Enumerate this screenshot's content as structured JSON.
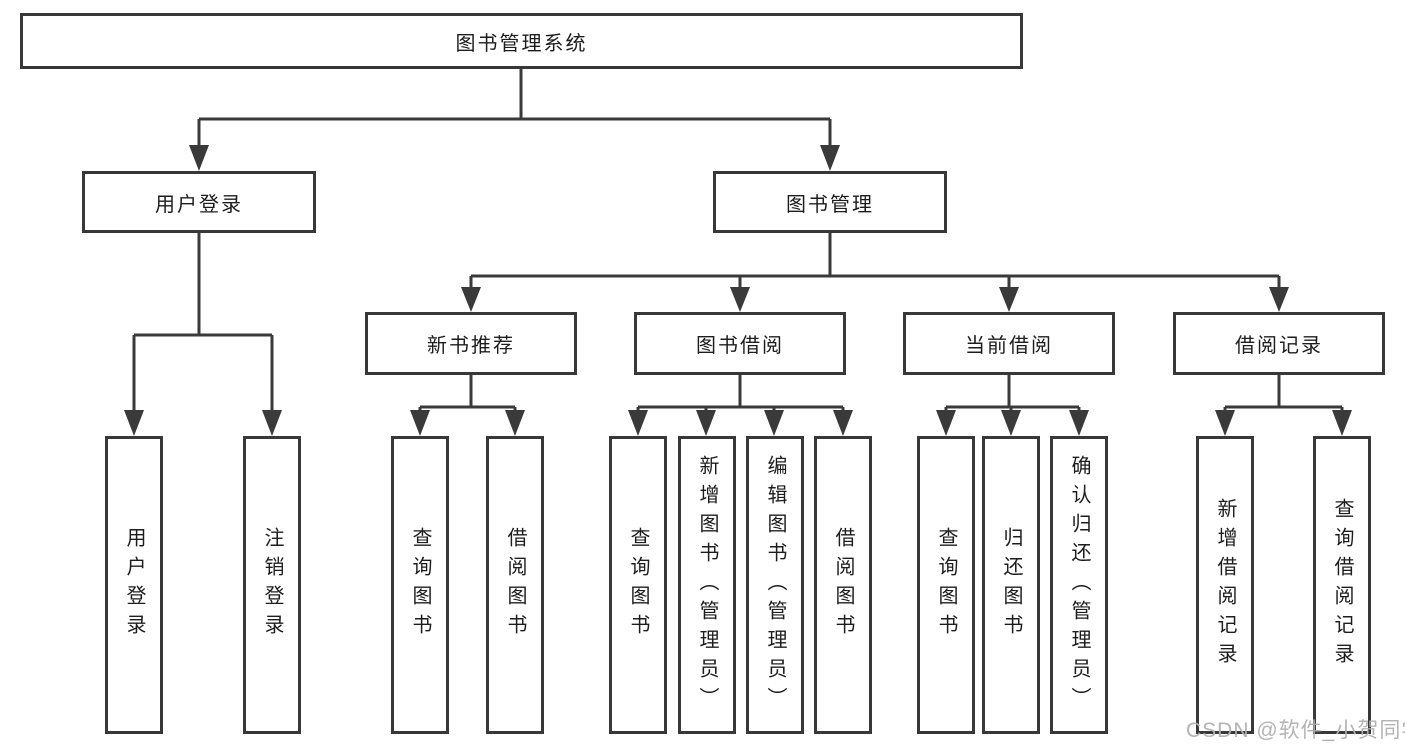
{
  "diagram": {
    "root": {
      "label": "图书管理系统"
    },
    "level2": [
      {
        "label": "用户登录",
        "children": [
          {
            "label": "用户登录"
          },
          {
            "label": "注销登录"
          }
        ]
      },
      {
        "label": "图书管理",
        "children": [
          {
            "label": "新书推荐",
            "children": [
              {
                "label": "查询图书"
              },
              {
                "label": "借阅图书"
              }
            ]
          },
          {
            "label": "图书借阅",
            "children": [
              {
                "label": "查询图书"
              },
              {
                "label": "新增图书（管理员）"
              },
              {
                "label": "编辑图书（管理员）"
              },
              {
                "label": "借阅图书"
              }
            ]
          },
          {
            "label": "当前借阅",
            "children": [
              {
                "label": "查询图书"
              },
              {
                "label": "归还图书"
              },
              {
                "label": "确认归还（管理员）"
              }
            ]
          },
          {
            "label": "借阅记录",
            "children": [
              {
                "label": "新增借阅记录"
              },
              {
                "label": "查询借阅记录"
              }
            ]
          }
        ]
      }
    ]
  },
  "watermark": {
    "text": "CSDN @软件_小贺同学"
  },
  "colors": {
    "line": "#3a3a3a",
    "box_border": "#383838",
    "text": "#1d1d1d",
    "background": "#ffffff",
    "watermark": "#b0b0b0"
  }
}
